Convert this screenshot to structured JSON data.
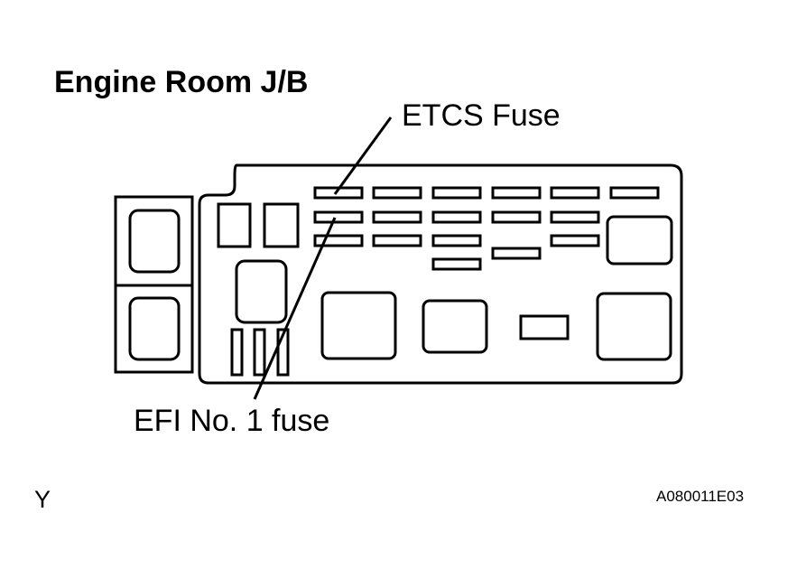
{
  "diagram": {
    "title": "Engine Room J/B",
    "callouts": {
      "etcs_fuse": "ETCS Fuse",
      "efi_fuse": "EFI No. 1 fuse"
    },
    "corner_mark": "Y",
    "figure_code": "A080011E03"
  }
}
